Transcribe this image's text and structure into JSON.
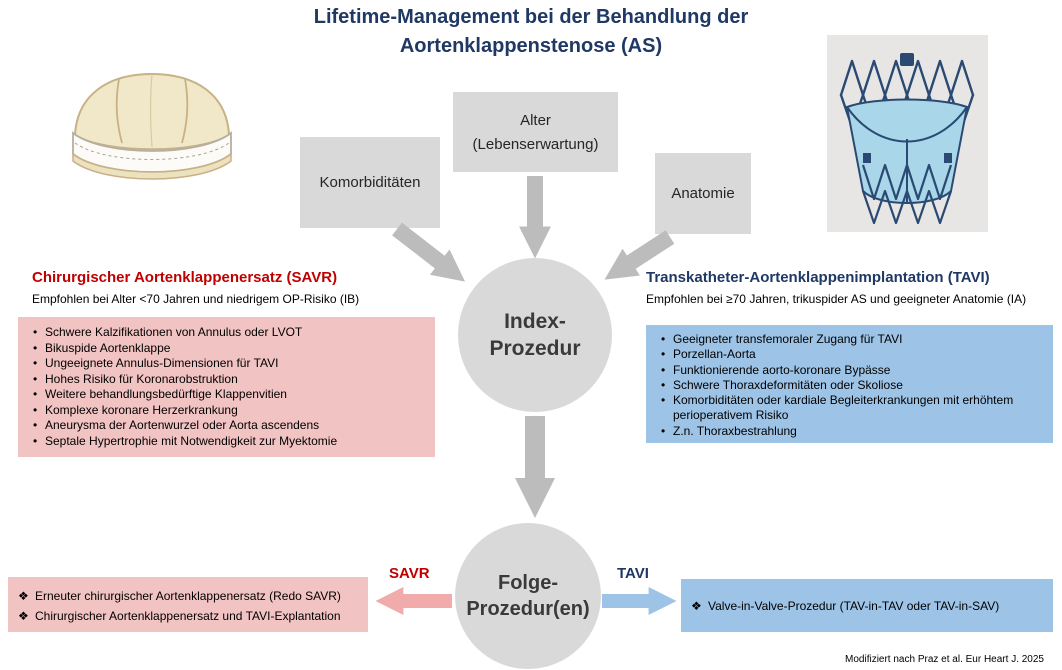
{
  "title": {
    "line1": "Lifetime-Management bei der Behandlung der",
    "line2": "Aortenklappenstenose (AS)"
  },
  "factors": {
    "komorbiditaeten": "Komorbiditäten",
    "alter_line1": "Alter",
    "alter_line2": "(Lebenserwartung)",
    "anatomie": "Anatomie"
  },
  "index_procedure": {
    "line1": "Index-",
    "line2": "Prozedur"
  },
  "followup_procedure": {
    "line1": "Folge-",
    "line2": "Prozedur(en)"
  },
  "savr": {
    "heading": "Chirurgischer Aortenklappenersatz (SAVR)",
    "subtitle": "Empfohlen bei Alter <70 Jahren und niedrigem OP-Risiko (IB)",
    "items": [
      "Schwere Kalzifikationen von Annulus oder LVOT",
      "Bikuspide Aortenklappe",
      "Ungeeignete Annulus-Dimensionen für TAVI",
      "Hohes Risiko für Koronarobstruktion",
      "Weitere behandlungsbedürftige Klappenvitien",
      "Komplexe koronare Herzerkrankung",
      "Aneurysma der Aortenwurzel oder Aorta ascendens",
      "Septale Hypertrophie mit Notwendigkeit zur Myektomie"
    ]
  },
  "tavi": {
    "heading": "Transkatheter-Aortenklappenimplantation (TAVI)",
    "subtitle": "Empfohlen bei ≥70 Jahren, trikuspider AS und geeigneter Anatomie (IA)",
    "items": [
      "Geeigneter transfemoraler Zugang für TAVI",
      "Porzellan-Aorta",
      "Funktionierende aorto-koronare Bypässe",
      "Schwere Thoraxdeformitäten oder Skoliose",
      "Komorbiditäten oder kardiale Begleiterkrankungen mit erhöhtem perioperativem Risiko",
      "Z.n. Thoraxbestrahlung"
    ]
  },
  "followup_savr": {
    "label": "SAVR",
    "items": [
      "Erneuter chirurgischer Aortenklappenersatz (Redo SAVR)",
      "Chirurgischer Aortenklappenersatz und TAVI-Explantation"
    ]
  },
  "followup_tavi": {
    "label": "TAVI",
    "items": [
      "Valve-in-Valve-Prozedur (TAV-in-TAV oder TAV-in-SAV)"
    ]
  },
  "footer": "Modifiziert nach Praz et al. Eur Heart J. 2025",
  "colors": {
    "title_blue": "#1F3864",
    "savr_red": "#C00000",
    "pink_box": "#F2C3C3",
    "blue_box": "#9DC3E6",
    "gray_box": "#D9D9D9",
    "arrow_gray": "#BCBCBC",
    "arrow_pink": "#F2ABAB",
    "arrow_blue": "#9DC3E6"
  }
}
